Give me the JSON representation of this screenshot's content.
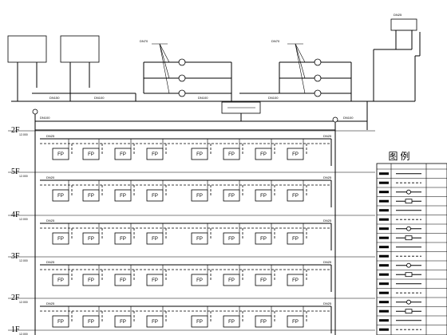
{
  "floors": [
    {
      "label": "2F",
      "elev": "12.000",
      "pipe": "DN25",
      "right_pipe": "DN25"
    },
    {
      "label": "5F",
      "elev": "12.000",
      "pipe": "DN20",
      "right_pipe": "DN25"
    },
    {
      "label": "4F",
      "elev": "12.000",
      "pipe": "DN25",
      "right_pipe": "DN25"
    },
    {
      "label": "3F",
      "elev": "12.000",
      "pipe": "DN25",
      "right_pipe": "DN25"
    },
    {
      "label": "2F",
      "elev": "12.000",
      "pipe": "DN25",
      "right_pipe": "DN25"
    },
    {
      "label": "1F",
      "elev": "12.000",
      "pipe": "DN25",
      "right_pipe": "DN25"
    }
  ],
  "fan_coil_label": "FP",
  "legend": {
    "title": "图 例"
  },
  "pipe_sizes": {
    "main_left": "DN150",
    "main_mid": "DN100",
    "main_right": "DN100",
    "main_far": "DN100",
    "riser_a": "DN100",
    "riser_b": "DN100",
    "top_right": "DN25",
    "loop_left": "DN70",
    "loop_right": "DN70"
  },
  "colors": {
    "line": "#000000",
    "background": "#ffffff"
  }
}
